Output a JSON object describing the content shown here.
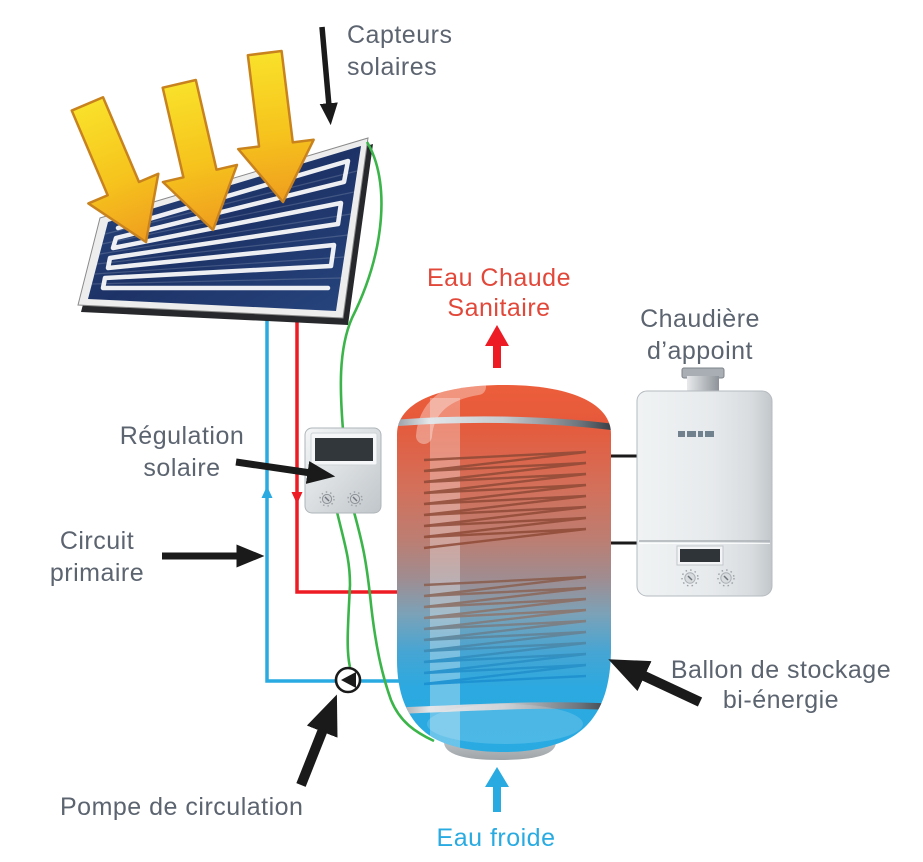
{
  "diagram": {
    "labels": {
      "capteurs_l1": "Capteurs",
      "capteurs_l2": "solaires",
      "eau_chaude_l1": "Eau Chaude",
      "eau_chaude_l2": "Sanitaire",
      "chaudiere_l1": "Chaudière",
      "chaudiere_l2": "d’appoint",
      "regulation_l1": "Régulation",
      "regulation_l2": "solaire",
      "circuit_l1": "Circuit",
      "circuit_l2": "primaire",
      "ballon_l1": "Ballon de stockage",
      "ballon_l2": "bi-énergie",
      "pompe": "Pompe de circulation",
      "eau_froide": "Eau froide"
    },
    "colors": {
      "hot": "#ED1C24",
      "hot_text": "#E2483A",
      "cold": "#29ABE2",
      "wire": "#3BB54A",
      "label_text": "#5C6470",
      "pointer": "#1A1A1A",
      "sun": "#F6C31D"
    }
  }
}
